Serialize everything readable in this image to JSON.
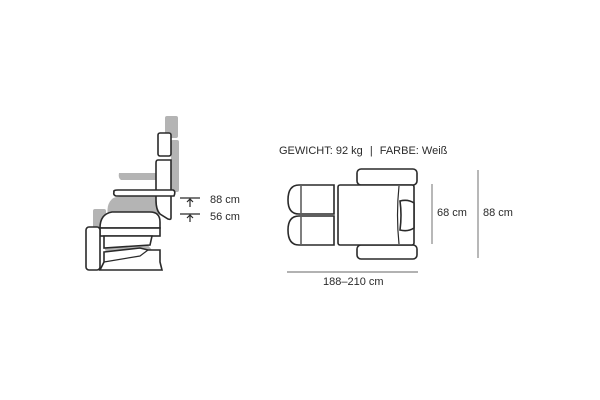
{
  "specs": {
    "weight": "GEWICHT: 92 kg",
    "separator": "|",
    "color": "FARBE: Weiß"
  },
  "side_view": {
    "height_max": "88 cm",
    "height_min": "56 cm"
  },
  "top_view": {
    "width_inner": "68 cm",
    "width_outer": "88 cm",
    "length": "188–210 cm"
  }
}
